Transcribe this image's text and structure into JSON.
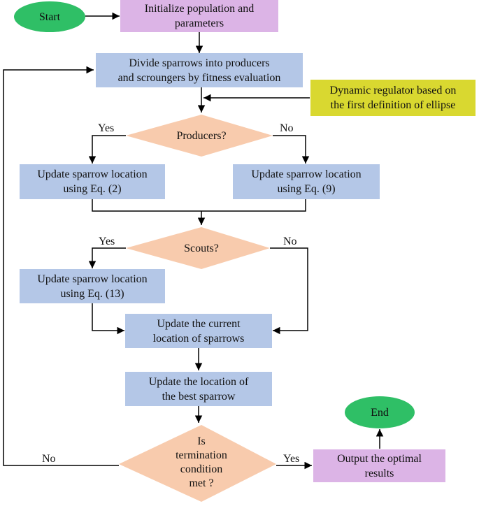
{
  "nodes": {
    "start": "Start",
    "init": [
      "Initialize population and",
      "parameters"
    ],
    "divide": [
      "Divide sparrows into producers",
      "and scroungers by fitness evaluation"
    ],
    "regulator": [
      "Dynamic regulator based on",
      "the first definition of ellipse"
    ],
    "producers": "Producers?",
    "upd_eq2": [
      "Update sparrow location",
      "using Eq. (2)"
    ],
    "upd_eq9": [
      "Update sparrow location",
      "using Eq. (9)"
    ],
    "scouts": "Scouts?",
    "upd_eq13": [
      "Update sparrow location",
      "using Eq. (13)"
    ],
    "upd_current": [
      "Update the current",
      "location of sparrows"
    ],
    "upd_best": [
      "Update the location of",
      "the best sparrow"
    ],
    "termination": [
      "Is",
      "termination",
      "condition",
      "met ?"
    ],
    "output": [
      "Output the optimal",
      "results"
    ],
    "end": "End"
  },
  "edge_labels": {
    "producers_yes": "Yes",
    "producers_no": "No",
    "scouts_yes": "Yes",
    "scouts_no": "No",
    "termination_no": "No",
    "termination_yes": "Yes"
  },
  "colors": {
    "process_blue": "#b4c7e7",
    "io_purple": "#dcb4e6",
    "regulator_yellow": "#d9d830",
    "decision_orange": "#f8cbad",
    "terminal_green": "#2fbf66"
  }
}
